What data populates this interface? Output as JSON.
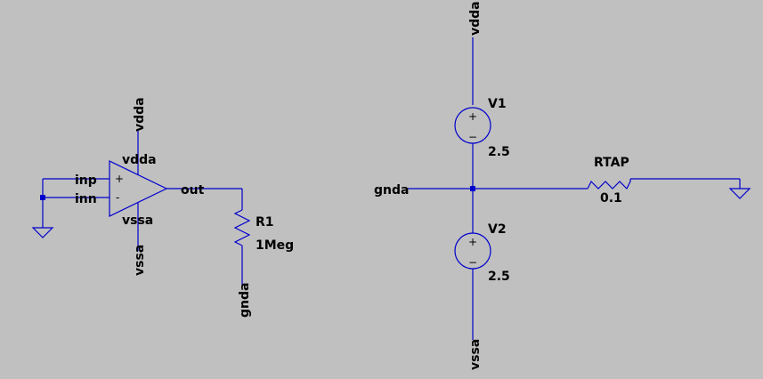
{
  "schematic": {
    "colors": {
      "background": "#c0c0c0",
      "wire": "#0000cc",
      "text": "#000000"
    },
    "opamp": {
      "supply_pos": "vdda",
      "supply_neg": "vssa",
      "in_pos": "inp",
      "in_neg": "inn",
      "output": "out",
      "plus_sign": "+",
      "minus_sign": "-"
    },
    "nets": {
      "opamp_top": "vdda",
      "opamp_bottom": "vssa",
      "r1_bottom": "gnda",
      "v1_top": "vdda",
      "v2_bottom": "vssa",
      "mid_left": "gnda"
    },
    "r1": {
      "name": "R1",
      "value": "1Meg"
    },
    "v1": {
      "name": "V1",
      "value": "2.5",
      "plus": "+",
      "minus": "−"
    },
    "v2": {
      "name": "V2",
      "value": "2.5",
      "plus": "+",
      "minus": "−"
    },
    "rtap": {
      "name": "RTAP",
      "value": "0.1"
    }
  }
}
